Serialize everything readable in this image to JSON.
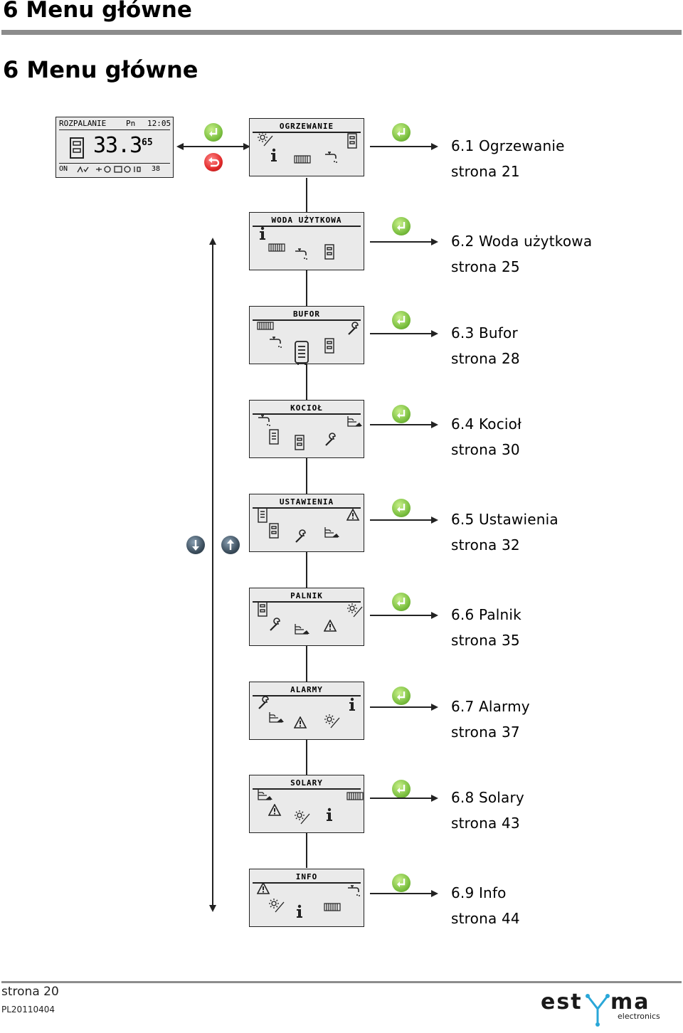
{
  "header": {
    "title": "6 Menu główne"
  },
  "section": {
    "title": "6 Menu główne"
  },
  "main_screen": {
    "status": "ROZPALANIE",
    "day": "Pn",
    "time": "12:05",
    "temperature": "33.3",
    "setpoint": "65",
    "bottom_on": "ON",
    "bottom_value": "38"
  },
  "menu_items": [
    {
      "panel_title": "OGRZEWANIE",
      "label": "6.1 Ogrzewanie",
      "page": "strona 21",
      "icons": [
        "sun-icon",
        "info-icon",
        "radiator-icon",
        "tap-icon",
        "boiler-icon"
      ]
    },
    {
      "panel_title": "WODA UŻYTKOWA",
      "label": "6.2 Woda użytkowa",
      "page": "strona 25",
      "icons": [
        "info-icon",
        "radiator-icon",
        "tap-icon",
        "boiler-icon"
      ]
    },
    {
      "panel_title": "BUFOR",
      "label": "6.3 Bufor",
      "page": "strona 28",
      "icons": [
        "radiator-icon",
        "tap-icon",
        "buffer-tank-icon",
        "boiler-icon",
        "wrench-icon"
      ]
    },
    {
      "panel_title": "KOCIOŁ",
      "label": "6.4 Kocioł",
      "page": "strona 30",
      "icons": [
        "tap-icon",
        "buffer-icon",
        "boiler-icon",
        "wrench-icon",
        "burner-icon"
      ]
    },
    {
      "panel_title": "USTAWIENIA",
      "label": "6.5 Ustawienia",
      "page": "strona 32",
      "icons": [
        "buffer-icon",
        "boiler-icon",
        "wrench-icon",
        "burner-icon",
        "warning-icon"
      ]
    },
    {
      "panel_title": "PALNIK",
      "label": "6.6 Palnik",
      "page": "strona 35",
      "icons": [
        "boiler-icon",
        "wrench-icon",
        "burner-icon",
        "warning-icon",
        "sun-icon"
      ]
    },
    {
      "panel_title": "ALARMY",
      "label": "6.7 Alarmy",
      "page": "strona 37",
      "icons": [
        "wrench-icon",
        "burner-icon",
        "warning-icon",
        "sun-icon",
        "info-icon"
      ]
    },
    {
      "panel_title": "SOLARY",
      "label": "6.8 Solary",
      "page": "strona 43",
      "icons": [
        "burner-icon",
        "warning-icon",
        "sun-icon",
        "info-icon",
        "radiator-icon"
      ]
    },
    {
      "panel_title": "INFO",
      "label": "6.9 Info",
      "page": "strona 44",
      "icons": [
        "warning-icon",
        "sun-icon",
        "info-icon",
        "radiator-icon",
        "tap-icon"
      ]
    }
  ],
  "buttons": {
    "enter": "enter-icon",
    "back": "back-icon",
    "down": "arrow-down-icon",
    "up": "arrow-up-icon"
  },
  "footer": {
    "page": "strona 20",
    "code": "PL20110404"
  },
  "logo": {
    "main": "estyma",
    "sub": "electronics"
  },
  "colors": {
    "rule": "#8c8c8c",
    "enter_button": "#7dc142",
    "back_button": "#e22a2a",
    "nav_button": "#3d4f5e",
    "panel_bg": "#eaeaea"
  }
}
